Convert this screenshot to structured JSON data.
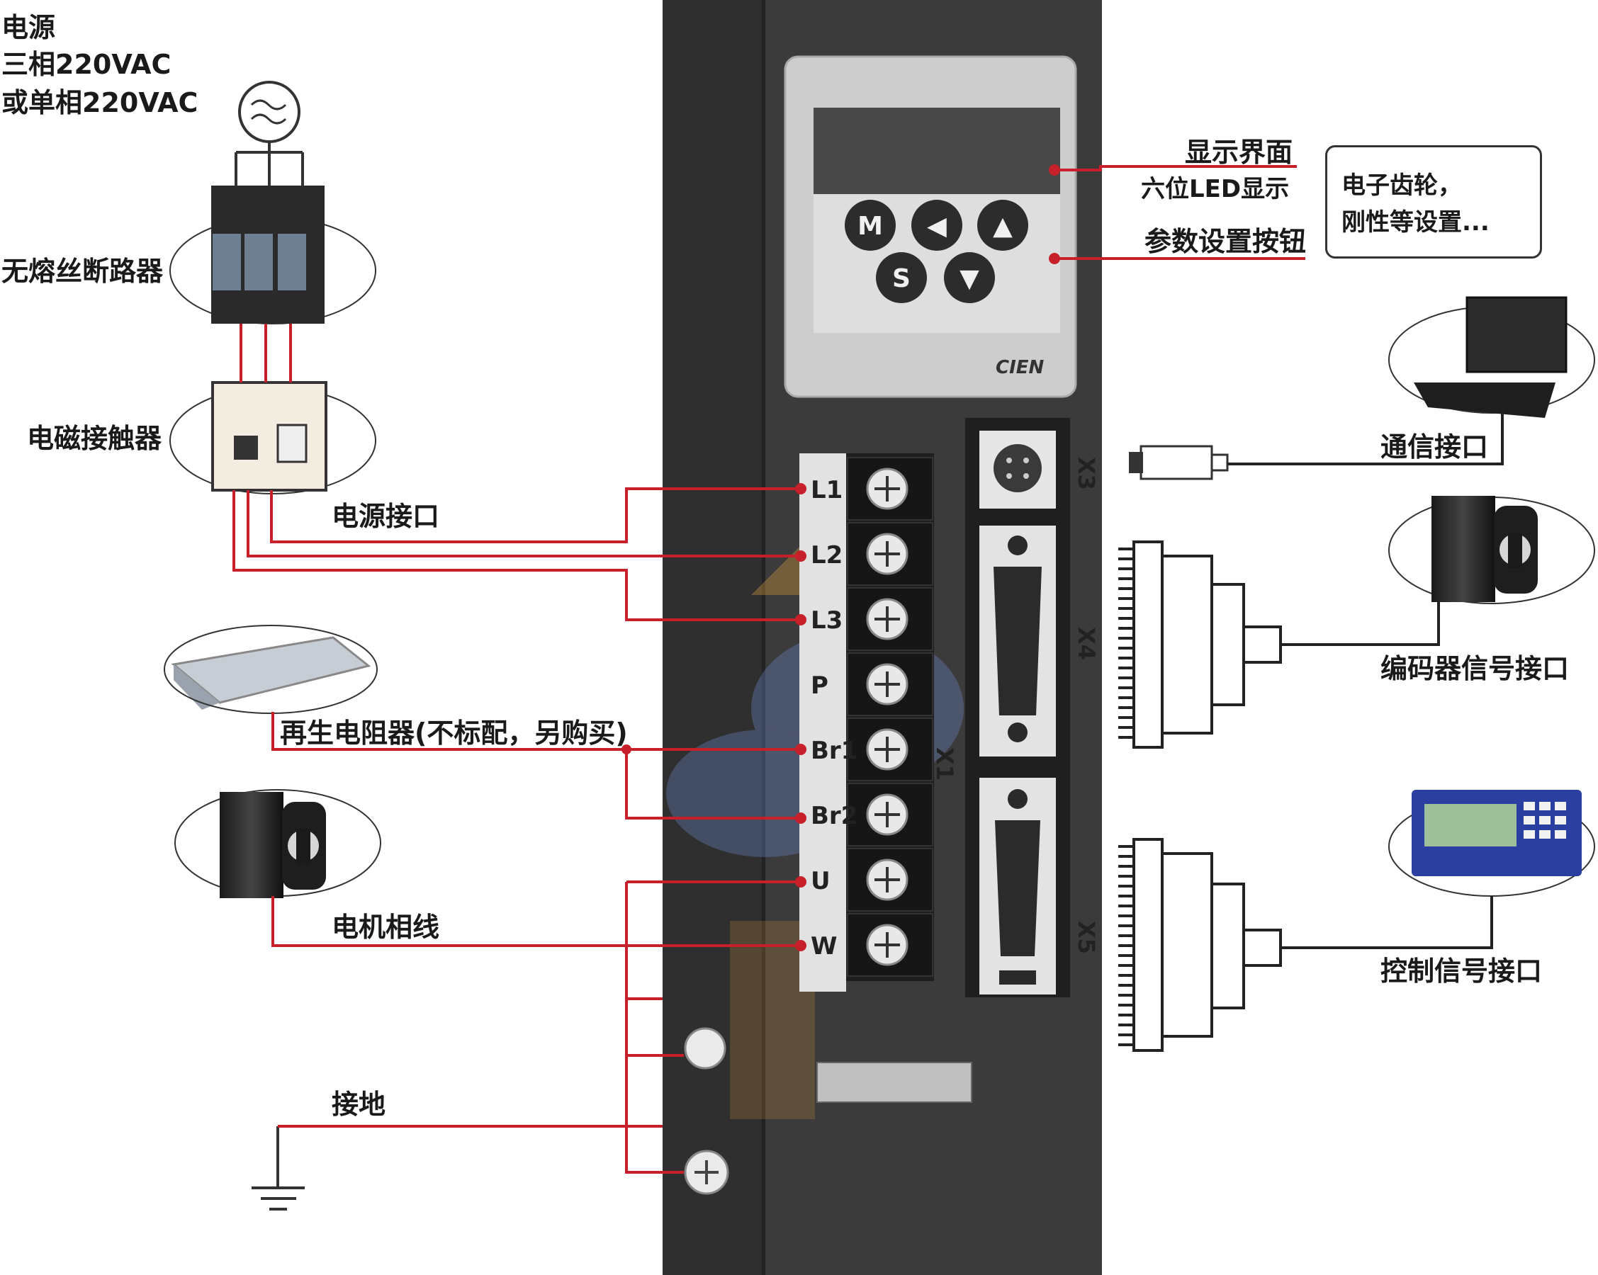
{
  "power_source": {
    "line1": "电源",
    "line2": "三相220VAC",
    "line3": "或单相220VAC"
  },
  "left_labels": {
    "breaker": "无熔丝断路器",
    "contactor": "电磁接触器",
    "power_port": "电源接口",
    "regen_resistor": "再生电阻器(不标配，另购买)",
    "motor_phase": "电机相线",
    "ground": "接地"
  },
  "right_labels": {
    "display_interface": "显示界面",
    "led_display": "六位LED显示",
    "param_buttons": "参数设置按钮",
    "bubble_line1": "电子齿轮，",
    "bubble_line2": "刚性等设置...",
    "comm_port": "通信接口",
    "encoder_port": "编码器信号接口",
    "control_port": "控制信号接口"
  },
  "keypad": {
    "keys": [
      "M",
      "◀",
      "▲",
      "S",
      "▼"
    ],
    "logo": "CIEN"
  },
  "terminals": [
    "L1",
    "L2",
    "L3",
    "P",
    "Br1",
    "Br2",
    "U",
    "W"
  ],
  "connectors": {
    "x3": "X3",
    "x4": "X4",
    "x1": "X1",
    "x5": "X5"
  },
  "colors": {
    "wire": "#c8202a",
    "panel": "#3b3b3b",
    "panel_dark": "#2e2e2e",
    "keypad": "#cfcfcf"
  }
}
